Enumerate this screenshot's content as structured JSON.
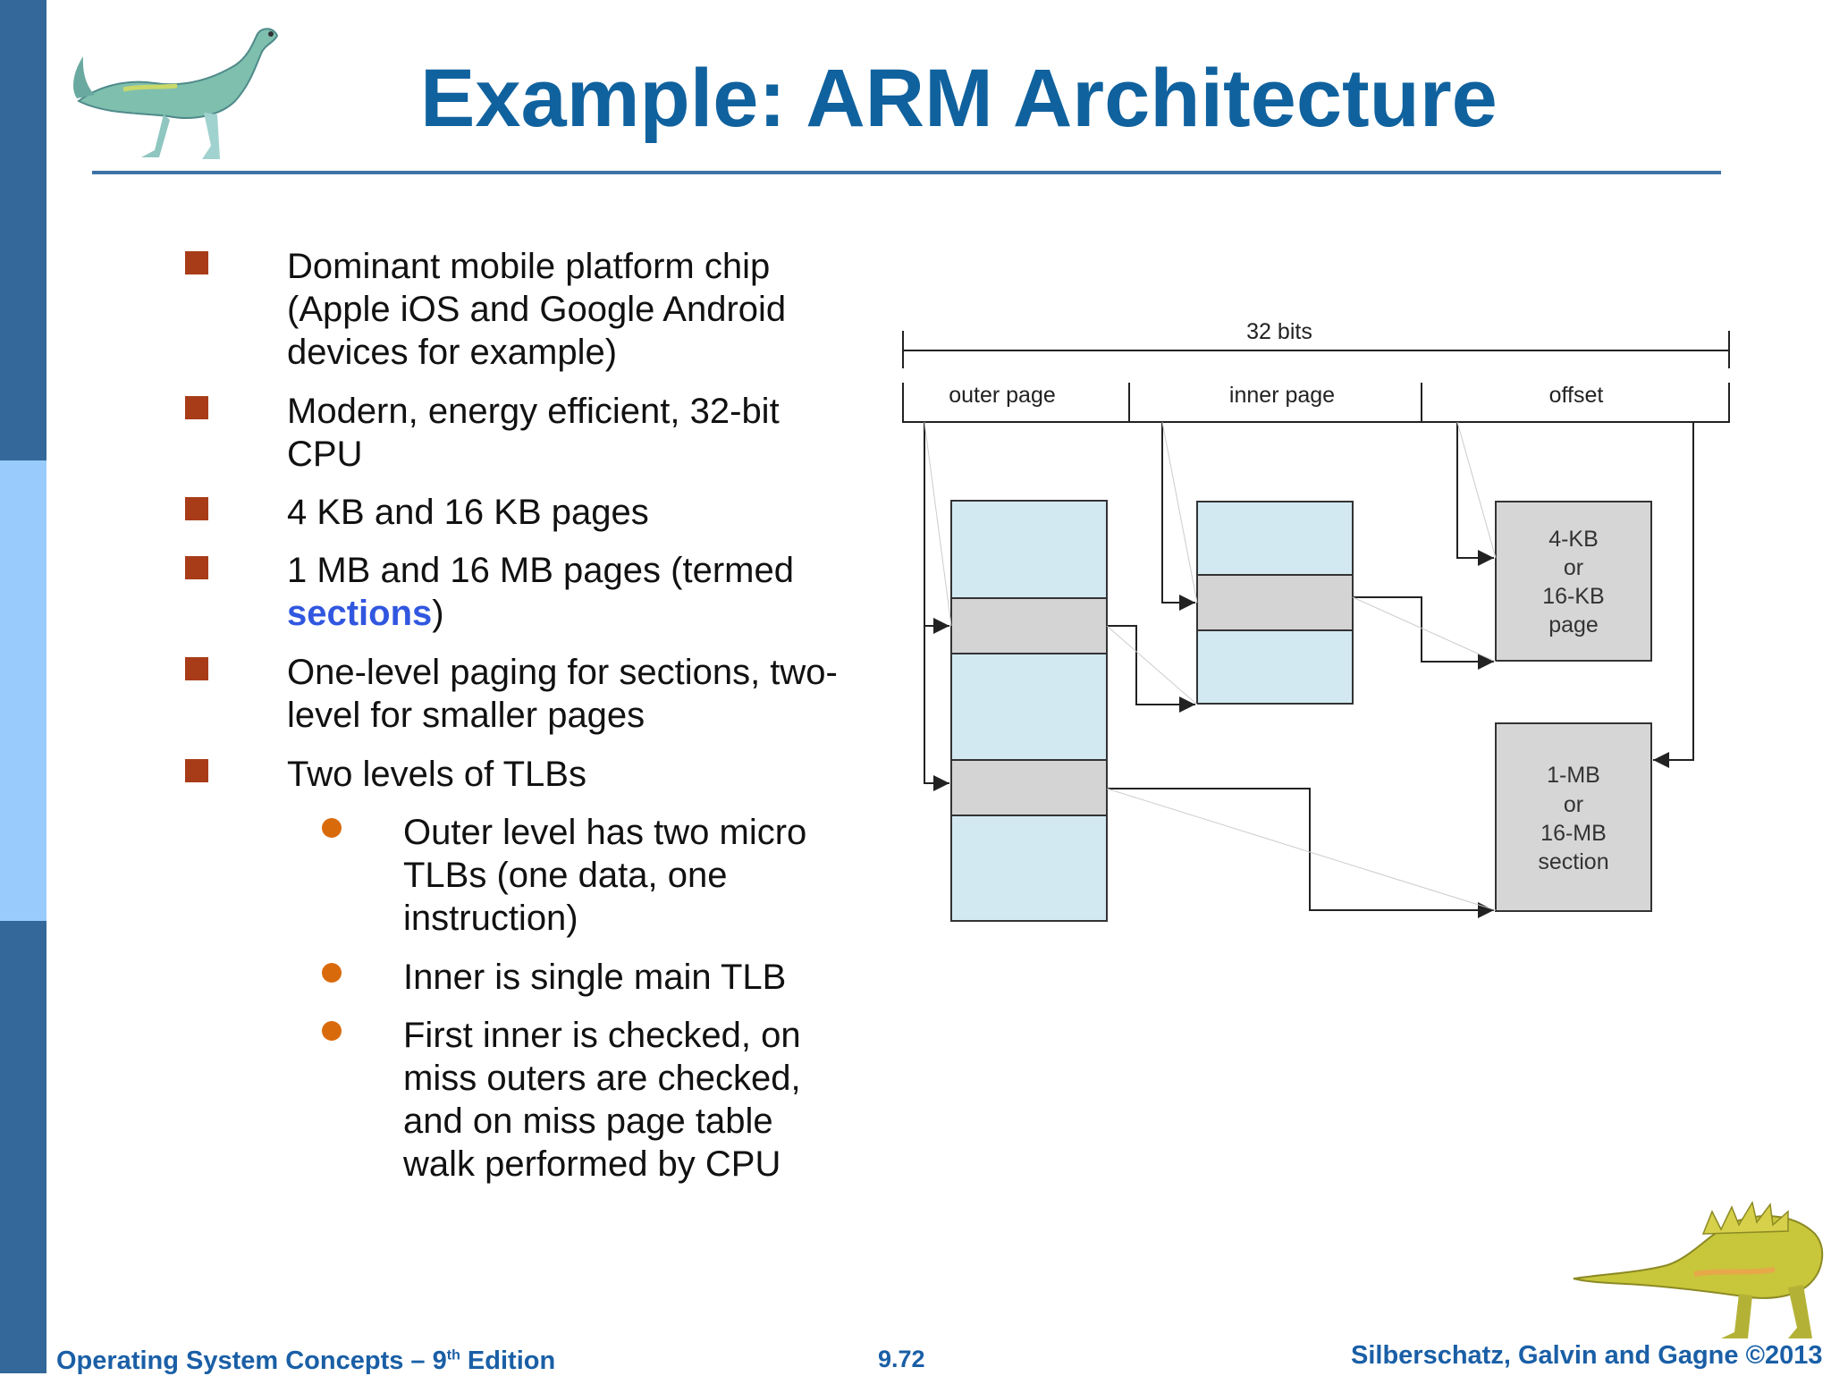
{
  "slide": {
    "title": "Example: ARM Architecture",
    "bullets": [
      {
        "lines": [
          "Dominant mobile platform chip",
          "(Apple iOS and Google Android",
          "devices for example)"
        ]
      },
      {
        "lines": [
          "Modern, energy efficient, 32-bit",
          "CPU"
        ]
      },
      {
        "lines": [
          "4 KB and 16 KB pages"
        ]
      },
      {
        "line1": "1 MB and 16 MB pages (termed",
        "line2_highlight": "sections",
        "line2_after": ")"
      },
      {
        "lines": [
          "One-level paging for sections, two-",
          "level for smaller pages"
        ]
      },
      {
        "lines": [
          "Two levels of TLBs"
        ]
      }
    ],
    "subbullets": [
      {
        "lines": [
          "Outer level has two micro",
          "TLBs (one data, one",
          "instruction)"
        ]
      },
      {
        "lines": [
          "Inner is single main TLB"
        ]
      },
      {
        "lines": [
          "First inner is checked, on",
          "miss outers are checked,",
          "and on miss page table",
          "walk performed by CPU"
        ]
      }
    ]
  },
  "diagram": {
    "width_label": "32 bits",
    "fields": [
      "outer page",
      "inner page",
      "offset"
    ],
    "page_box": [
      "4-KB",
      "or",
      "16-KB",
      "page"
    ],
    "section_box": [
      "1-MB",
      "or",
      "16-MB",
      "section"
    ],
    "colors": {
      "table": "#d2e9f2",
      "entry": "#d4d4d4",
      "target": "#d6d6d6"
    }
  },
  "footer": {
    "left_main": "Operating System Concepts – 9",
    "left_sup": "th",
    "left_end": " Edition",
    "page": "9.72",
    "right": "Silberschatz, Galvin and Gagne ©2013"
  },
  "theme": {
    "accent": "#10629e",
    "sidebar_dark": "#34679a",
    "sidebar_light": "#99ccfd"
  }
}
